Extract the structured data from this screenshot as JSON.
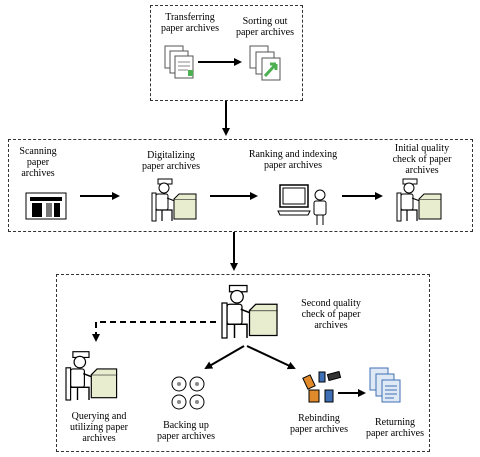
{
  "top": {
    "transferring": [
      "Transferring",
      "paper archives"
    ],
    "sorting": [
      "Sorting out",
      "paper archives"
    ]
  },
  "middle": {
    "scanning": [
      "Scanning",
      "paper",
      "archives"
    ],
    "digitalizing": [
      "Digitalizing",
      "paper archives"
    ],
    "ranking": [
      "Ranking and indexing",
      "paper archives"
    ],
    "initial_check": [
      "Initial quality",
      "check of paper",
      "archives"
    ]
  },
  "bottom": {
    "second_check": [
      "Second quality",
      "check of paper",
      "archives"
    ],
    "querying": [
      "Querying and",
      "utilizing paper",
      "archives"
    ],
    "backing_up": [
      "Backing up",
      "paper archives"
    ],
    "rebinding": [
      "Rebinding",
      "paper archives"
    ],
    "returning": [
      "Returning",
      "paper archives"
    ]
  },
  "colors": {
    "desk": "#e9edcf",
    "accent_green": "#4caf50",
    "screen": "#ffffff",
    "book_orange": "#e08a2c",
    "book_blue": "#3f6fb5"
  },
  "icons": [
    "documents-icon",
    "sort-icon",
    "scanner-icon",
    "worker-at-desk-icon",
    "computer-user-icon",
    "discs-icon",
    "books-icon",
    "returned-documents-icon"
  ]
}
